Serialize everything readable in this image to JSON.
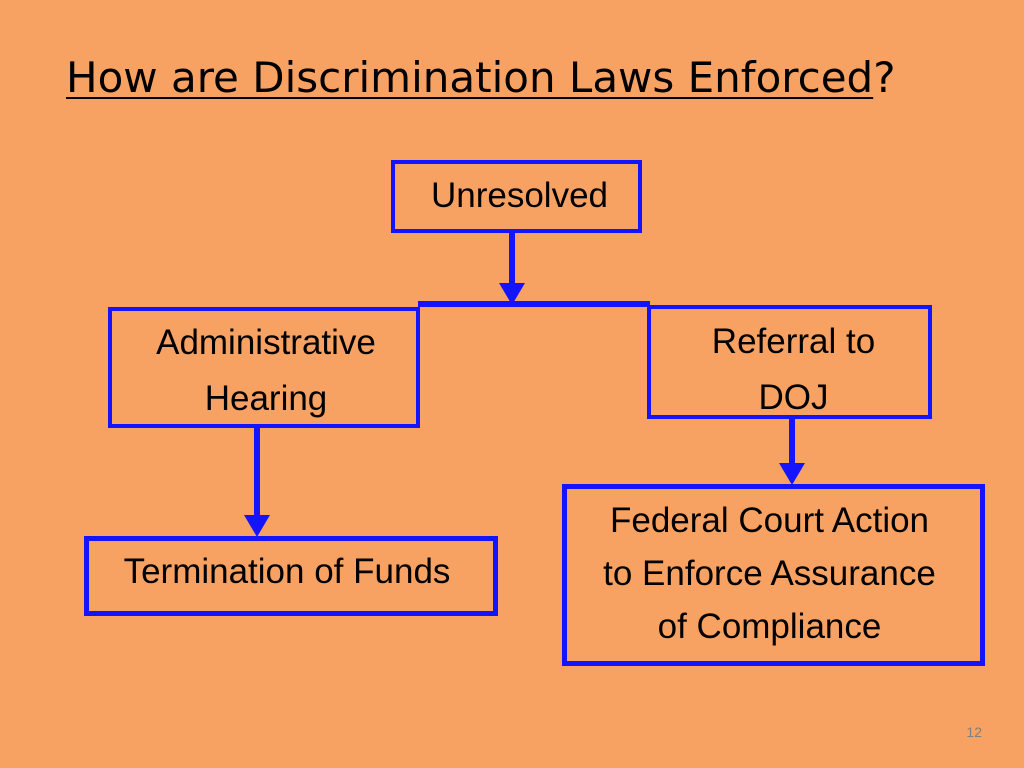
{
  "slide": {
    "title": "How are Discrimination Laws Enforced",
    "title_suffix": "?",
    "page_number": "12"
  },
  "colors": {
    "background": "#f7a262",
    "box_border": "#1414ff",
    "arrow": "#1414ff",
    "text": "#000000",
    "page_number": "#7f7f7f"
  },
  "diagram": {
    "nodes": [
      {
        "id": "unresolved",
        "label": "Unresolved"
      },
      {
        "id": "administrative-hearing",
        "label": "Administrative\nHearing"
      },
      {
        "id": "referral-to-doj",
        "label": "Referral to\n DOJ"
      },
      {
        "id": "termination-of-funds",
        "label": "Termination of Funds"
      },
      {
        "id": "federal-court-action",
        "label": "Federal Court Action\nto Enforce Assurance\nof Compliance"
      }
    ],
    "edges": [
      {
        "from": "unresolved",
        "to": "administrative-hearing"
      },
      {
        "from": "unresolved",
        "to": "referral-to-doj"
      },
      {
        "from": "administrative-hearing",
        "to": "termination-of-funds"
      },
      {
        "from": "referral-to-doj",
        "to": "federal-court-action"
      }
    ]
  }
}
